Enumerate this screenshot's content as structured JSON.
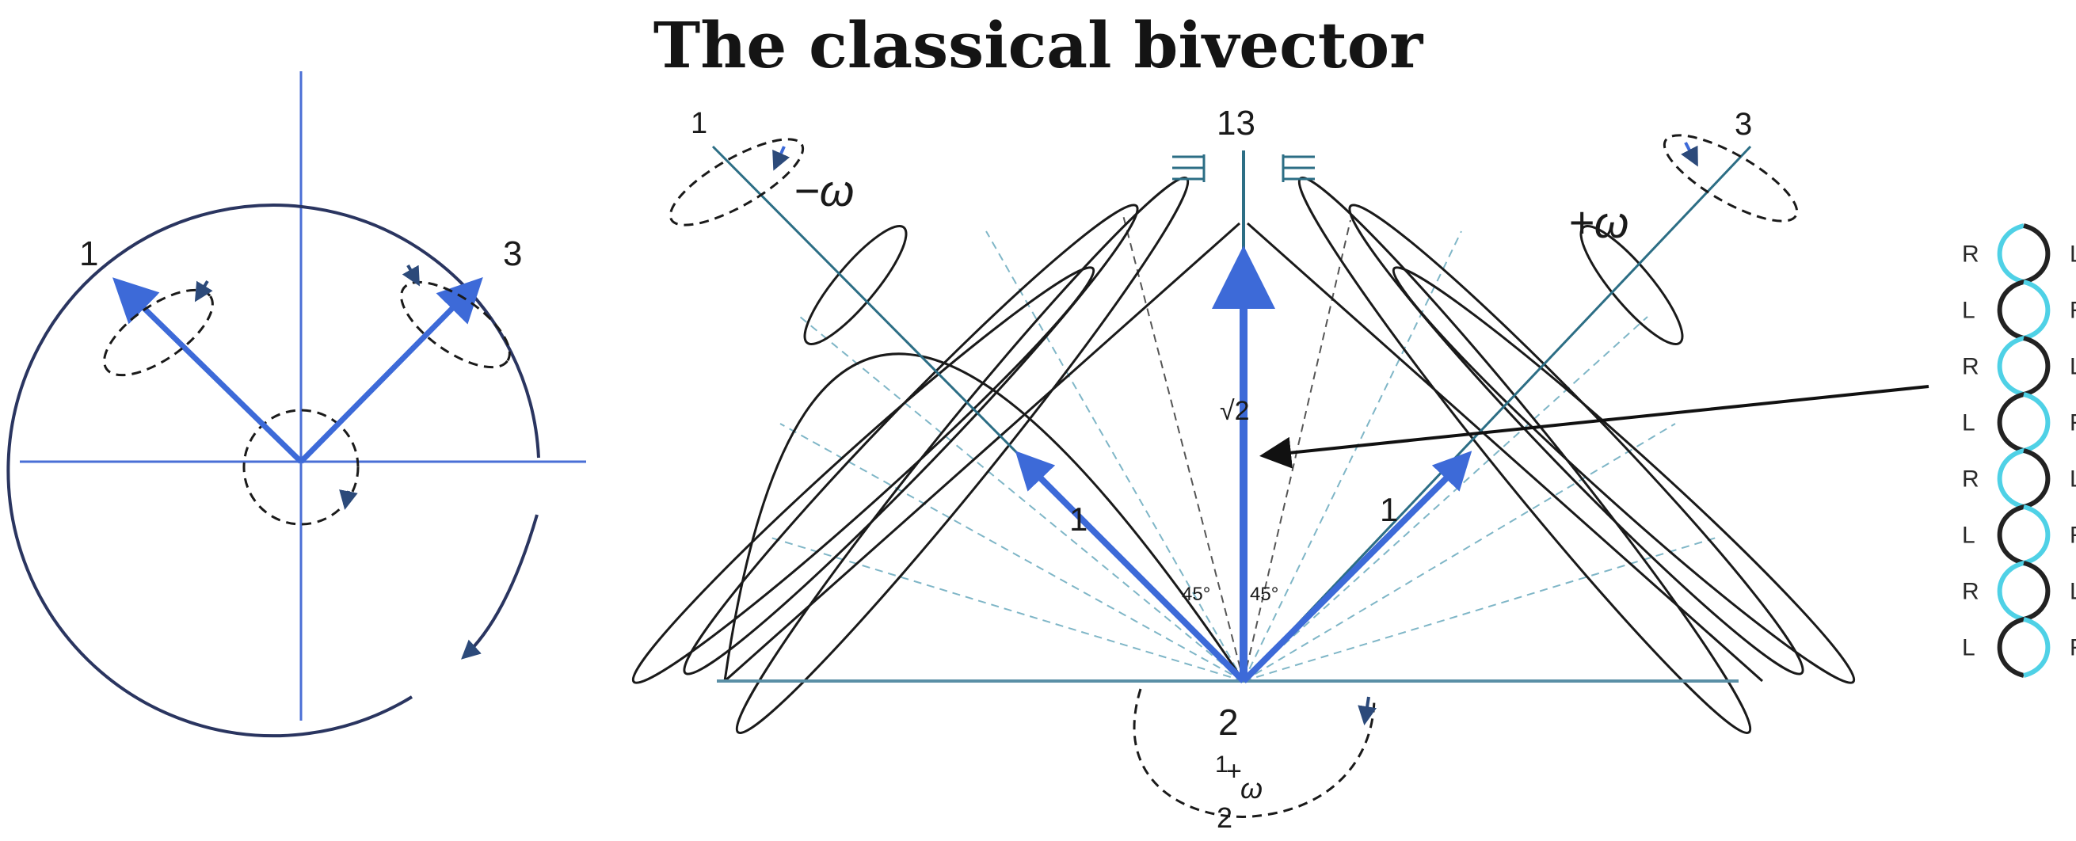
{
  "title": "The classical bivector",
  "colors": {
    "axis": "#4a6fd6",
    "vector": "#3d6ad8",
    "baseline": "#5a8fa6",
    "teal": "#2c6e85",
    "dashed": "#7fb6c7",
    "ellipse": "#1a1a1a",
    "cyan": "#4fd1e6",
    "dark": "#222222"
  },
  "left_panel": {
    "label_1": "1",
    "label_3": "3"
  },
  "main_panel": {
    "label_1_top": "1",
    "label_13": "13",
    "label_3_top": "3",
    "minus_omega": "−ω",
    "plus_omega": "+ω",
    "sqrt2": "√2",
    "label_1_left": "1",
    "label_1_right": "1",
    "angle_left": "45°",
    "angle_right": "45°",
    "label_2": "2",
    "bottom_num": "+",
    "bottom_bar": "1",
    "bottom_den": "2",
    "bottom_omega": "ω"
  },
  "chain": {
    "left": [
      "R",
      "L",
      "R",
      "L",
      "R",
      "L",
      "R",
      "L"
    ],
    "right": [
      "L",
      "R",
      "L",
      "R",
      "L",
      "R",
      "L",
      "R"
    ]
  }
}
